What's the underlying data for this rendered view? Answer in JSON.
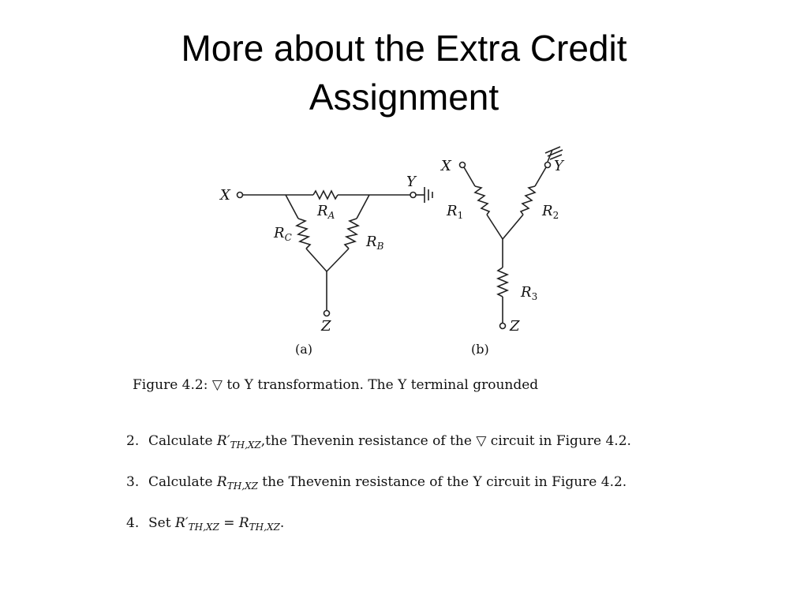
{
  "title": {
    "line1": "More about the Extra Credit",
    "line2": "Assignment"
  },
  "figure": {
    "a": {
      "label": "(a)",
      "nodes": {
        "x": "X",
        "y": "Y",
        "z": "Z"
      },
      "resistors": {
        "ra": "R",
        "ra_sub": "A",
        "rb": "R",
        "rb_sub": "B",
        "rc": "R",
        "rc_sub": "C"
      }
    },
    "b": {
      "label": "(b)",
      "nodes": {
        "x": "X",
        "y": "Y",
        "z": "Z"
      },
      "resistors": {
        "r1": "R",
        "r1_sub": "1",
        "r2": "R",
        "r2_sub": "2",
        "r3": "R",
        "r3_sub": "3"
      }
    },
    "caption": {
      "prefix": "Figure 4.2:",
      "delta_symbol": "▽",
      "text": "to Y transformation.  The Y terminal grounded"
    }
  },
  "steps": [
    {
      "num": "2.",
      "before": "Calculate ",
      "math": "R′",
      "math_sub": "TH,XZ",
      "after_a": ",the Thevenin resistance of the ",
      "symbol": "▽",
      "after_b": " circuit in Figure 4.2."
    },
    {
      "num": "3.",
      "before": "Calculate ",
      "math": "R",
      "math_sub": "TH,XZ",
      "after_a": " the Thevenin resistance of the Y circuit in Figure 4.2."
    },
    {
      "num": "4.",
      "before": "Set ",
      "math": "R′",
      "math_sub": "TH,XZ",
      "eq": " = ",
      "math2": "R",
      "math2_sub": "TH,XZ",
      "after_a": "."
    }
  ]
}
